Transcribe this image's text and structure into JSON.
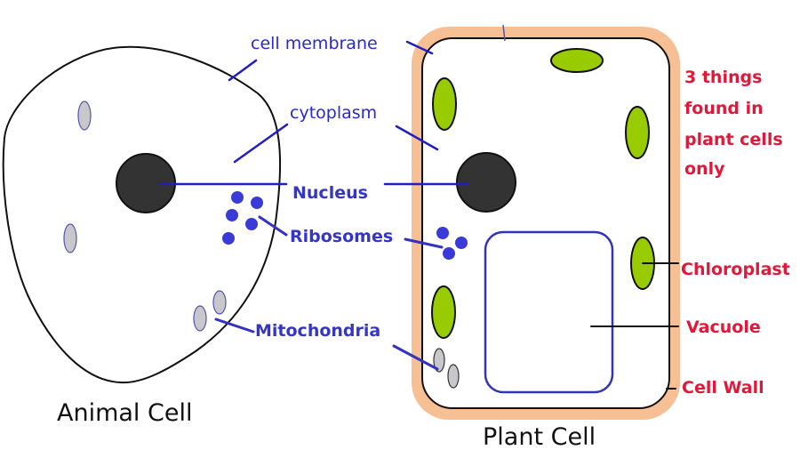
{
  "titles": {
    "animal_cell": "Animal Cell",
    "plant_cell": "Plant Cell"
  },
  "labels": {
    "cell_membrane": "cell membrane",
    "cytoplasm": "cytoplasm",
    "nucleus": "Nucleus",
    "ribosomes": "Ribosomes",
    "mitochondria": "Mitochondria",
    "chloroplast": "Chloroplast",
    "vacuole": "Vacuole",
    "cell_wall": "Cell Wall"
  },
  "note": {
    "lines": [
      "3 things",
      "found in",
      "plant cells",
      "only"
    ]
  },
  "colors": {
    "label_blue": "#2a2ad0",
    "label_red": "#e0183a",
    "cell_wall": "#f7bf94",
    "chloroplast": "#99cc00",
    "nucleus": "#333333",
    "ribosome": "#3a3ad6",
    "mitochondria": "#c8c8cc",
    "vacuole_outline": "#3333bb"
  }
}
